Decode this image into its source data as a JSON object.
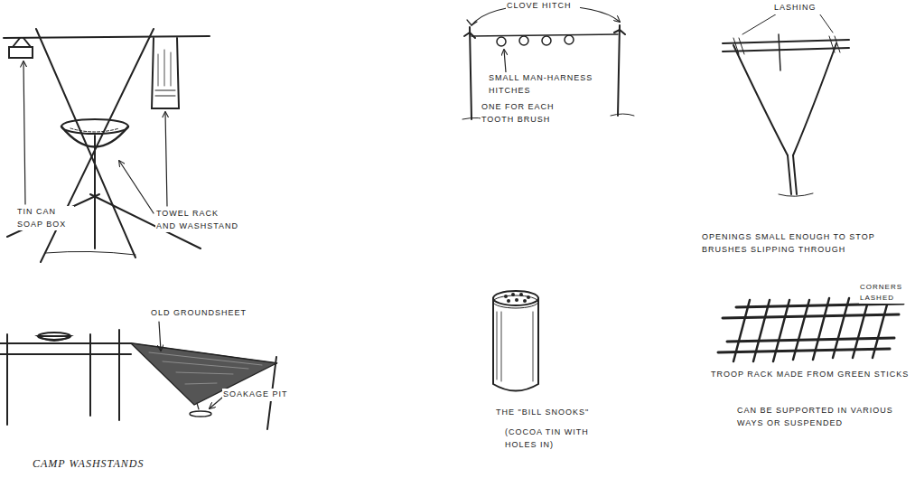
{
  "diagram": {
    "caption": "CAMP WASHSTANDS",
    "labels": [
      "TIN CAN SOAP BOX",
      "TOWEL RACK AND WASHSTAND",
      "OLD GROUNDSHEET",
      "SOAKAGE PIT",
      "CLOVE HITCH",
      "SMALL MAN-HARNESS HITCHES",
      "ONE FOR EACH TOOTH BRUSH",
      "LASHING",
      "OPENINGS SMALL ENOUGH TO STOP BRUSHES SLIPPING THROUGH",
      "THE \"BILL SNOOKS\"",
      "(COCOA TIN WITH HOLES IN)",
      "CORNERS LASHED",
      "TROOP RACK MADE FROM GREEN STICKS",
      "CAN BE SUPPORTED IN VARIOUS WAYS OR SUSPENDED"
    ]
  }
}
